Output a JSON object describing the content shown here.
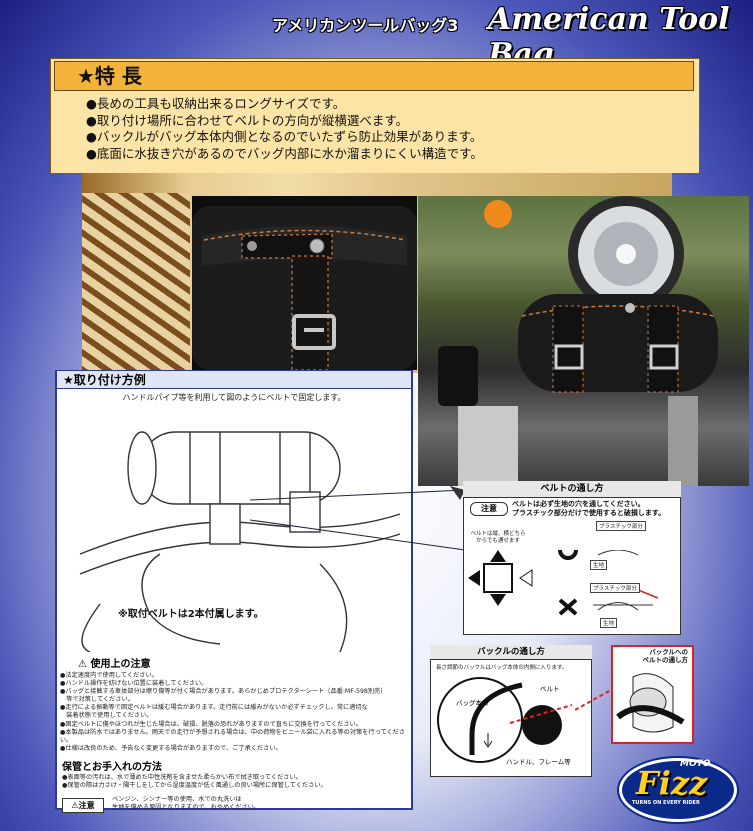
{
  "header": {
    "title_jp": "アメリカンツールバッグ3",
    "title_en": "American Tool Bag"
  },
  "features": {
    "title": "★特 長",
    "items": [
      "●長めの工具も収納出来るロングサイズです。",
      "●取り付け場所に合わせてベルトの方向が縦横選べます。",
      "●バックルがバッグ本体内側となるのでいたずら防止効果があります。",
      "●底面に水抜き穴があるのでバッグ内部に水か溜まりにくい構造です。"
    ]
  },
  "mounting": {
    "title": "★取り付け方例",
    "subtitle": "ハンドルパイプ等を利用して図のようにベルトで固定します。",
    "note": "※取付ベルトは2本付属します。"
  },
  "caution": {
    "heading": "使用上の注意",
    "items": [
      "●法定速度内で使用してください。",
      "●ハンドル操作を妨げない位置に装着してください。",
      "●バッグと接触する車体部分は擦り傷等が付く場合があります。あらかじめプロテクターシート（品番:MF-598別売）",
      "　等で対策してください。",
      "●走行による振動等で固定ベルトは緩む場合があります。走行前には緩みがないか必ずチェックし、常に適切な",
      "　装着状態で使用してください。",
      "●固定ベルトに傷やほつれが生じた場合は、破損、脱落の恐れがありますので直ちに交換を行ってください。",
      "●本製品は防水ではありません。雨天での走行が予想される場合は、中の荷物をビニール袋に入れる等の対策を行ってください。",
      "●仕様は改良のため、予告なく変更する場合がありますので、ご了承ください。"
    ]
  },
  "care": {
    "heading": "保管とお手入れの方法",
    "items": [
      "●表面等の汚れは、水で薄めた中性洗剤を含ませた柔らかい布で拭き取ってください。",
      "●保管の際は力さけ・陽干しをしてから湿度温度が低く風通しの良い場所に保管してください。"
    ],
    "badge": "注意",
    "note_lines": [
      "ベンジン、シンナー等の使用、水での丸洗いは",
      "生地を傷める原因となりますので、おやめください。"
    ]
  },
  "belt_route": {
    "title": "ベルトの通し方",
    "badge": "注意",
    "note_lines": [
      "ベルトは必ず生地の穴を通してください。",
      "プラスチック部分だけで使用すると破損します。"
    ],
    "side_note": "ベルトは縦、横どちらからでも通せます",
    "ok_label": "プラスチック部分",
    "ng_label": "プラスチック部分",
    "fabric_label": "生地"
  },
  "buckle_route": {
    "title": "バックルの通し方",
    "desc": "長さ調節のバックルはバッグ本体の内側に入ります。",
    "bag_label": "バッグ本体",
    "belt_label": "ベルト",
    "handle_label": "ハンドル、フレーム等"
  },
  "buckle_photo_label": [
    "バックルへの",
    "ベルトの通し方"
  ],
  "logo": {
    "moto": "MOTO",
    "brand": "Fizz",
    "tagline": "TURNS ON EVERY RIDER"
  },
  "colors": {
    "feature_title_bg": "#f4b33a",
    "feature_bg": "#fbe4a6",
    "frame_blue": "#2a3a9a",
    "route_red": "#dd2222",
    "logo_blue": "#0a2a8a",
    "logo_yellow": "#ffd11a"
  }
}
